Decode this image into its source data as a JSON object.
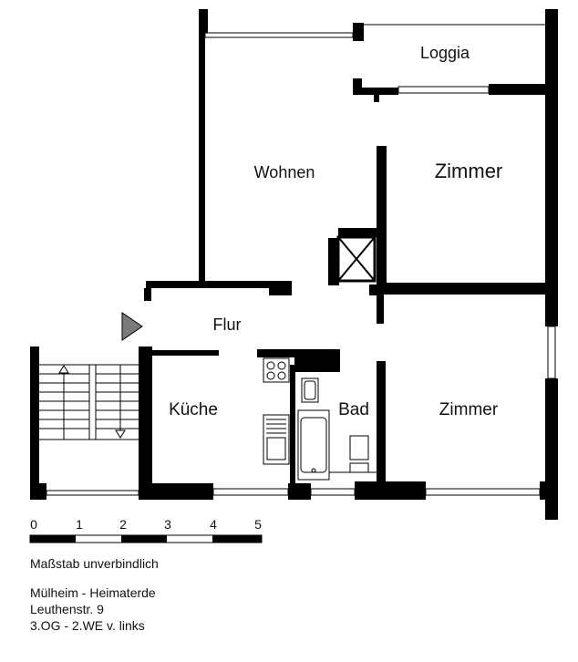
{
  "rooms": {
    "loggia": "Loggia",
    "wohnen": "Wohnen",
    "zimmer_top": "Zimmer",
    "flur": "Flur",
    "kueche": "Küche",
    "bad": "Bad",
    "zimmer_bottom": "Zimmer"
  },
  "scale": {
    "ticks": [
      "0",
      "1",
      "2",
      "3",
      "4",
      "5"
    ],
    "caption": "Maßstab unverbindlich"
  },
  "address": {
    "line1": "Mülheim - Heimaterde",
    "line2": "Leuthenstr. 9",
    "line3": "3.OG - 2.WE v. links"
  },
  "colors": {
    "wall": "#000000",
    "entrance_arrow": "#7a7a7a"
  }
}
